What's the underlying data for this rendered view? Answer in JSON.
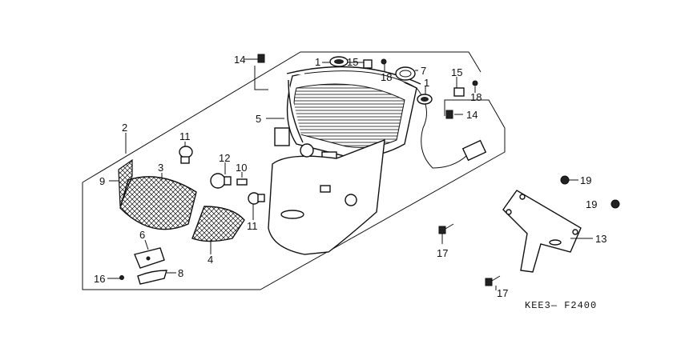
{
  "callouts": {
    "c1a": "1",
    "c1b": "1",
    "c2": "2",
    "c3": "3",
    "c4": "4",
    "c5": "5",
    "c6": "6",
    "c7": "7",
    "c8": "8",
    "c9": "9",
    "c10": "10",
    "c11a": "11",
    "c11b": "11",
    "c12": "12",
    "c13": "13",
    "c14a": "14",
    "c14b": "14",
    "c15a": "15",
    "c15b": "15",
    "c16": "16",
    "c17a": "17",
    "c17b": "17",
    "c18a": "18",
    "c18b": "18",
    "c19a": "19",
    "c19b": "19"
  },
  "diagram_code": "KEE3— F2400"
}
